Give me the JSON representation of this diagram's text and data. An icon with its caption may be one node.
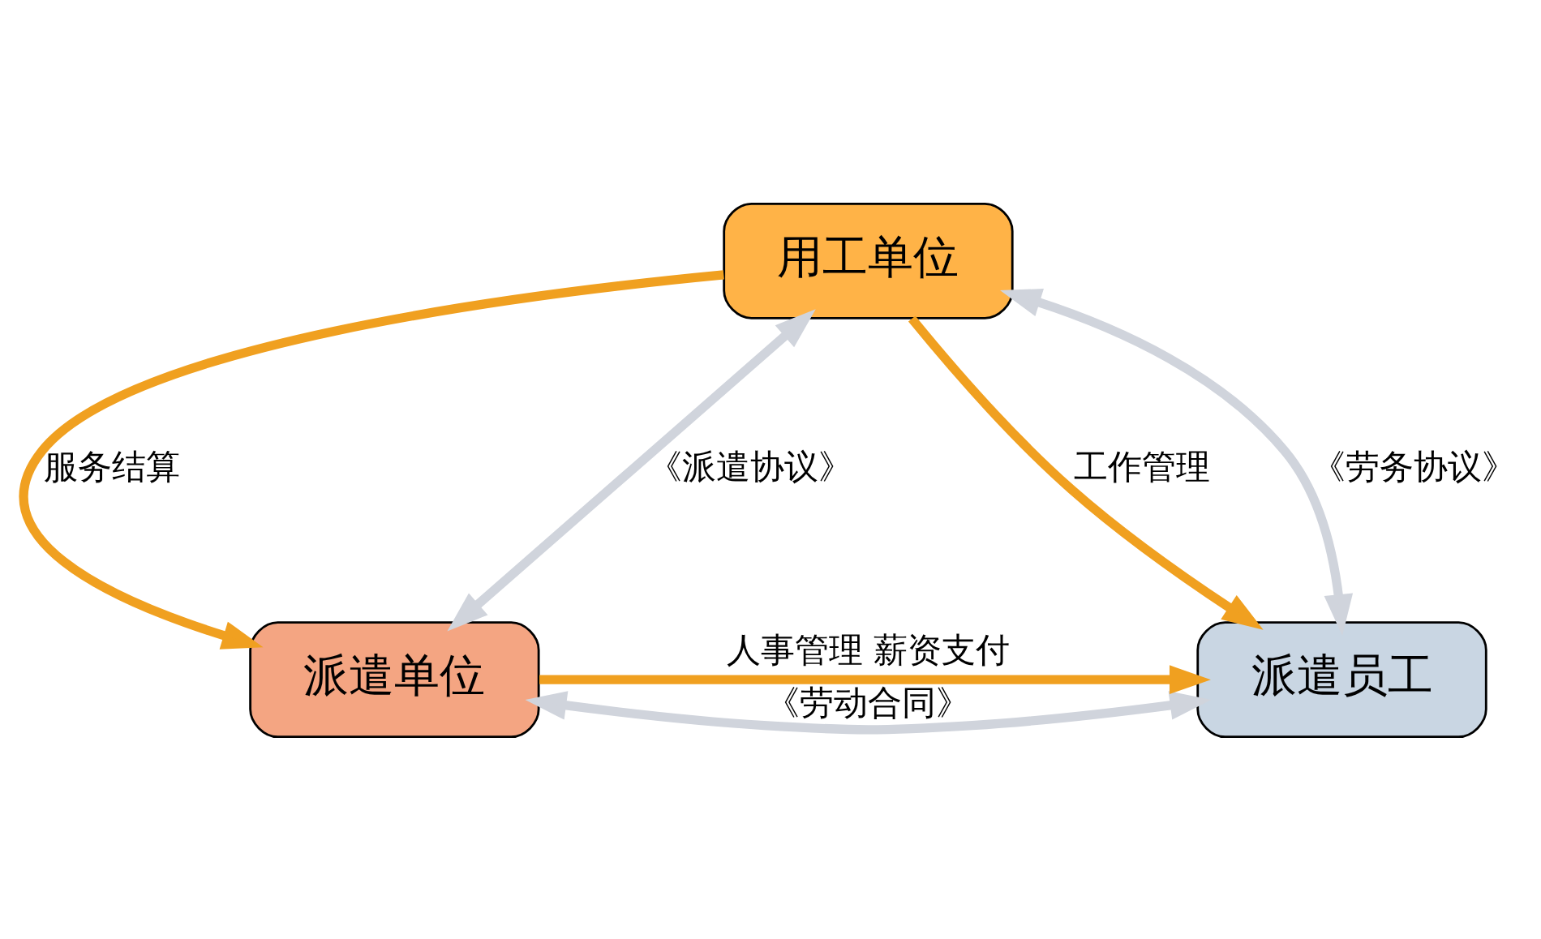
{
  "diagram": {
    "nodes": [
      {
        "text": [
          "用工单位"
        ]
      },
      {
        "text": [
          "派遣单位"
        ]
      },
      {
        "text": [
          "派遣员工"
        ]
      }
    ],
    "edges": [
      {
        "from": 0,
        "to": 1,
        "arrow": "to",
        "label": "服务结算",
        "color": "#f0a020"
      },
      {
        "from": 0,
        "to": 2,
        "arrow": "to",
        "label": "工作管理",
        "color": "#f0a020"
      },
      {
        "from": 1,
        "to": 0,
        "arrow": "both",
        "label": "《派遣协议》",
        "color": "#d0d4dc"
      },
      {
        "from": 0,
        "to": 2,
        "arrow": "both",
        "label": "《劳务协议》",
        "color": "#d0d4dc"
      },
      {
        "from": 1,
        "to": 2,
        "arrow": "both",
        "label": "《劳动合同》",
        "color": "#d0d4dc"
      },
      {
        "from": 1,
        "to": 2,
        "arrow": "to",
        "label": "人事管理 薪资支付",
        "color": "#f0a020"
      }
    ]
  }
}
